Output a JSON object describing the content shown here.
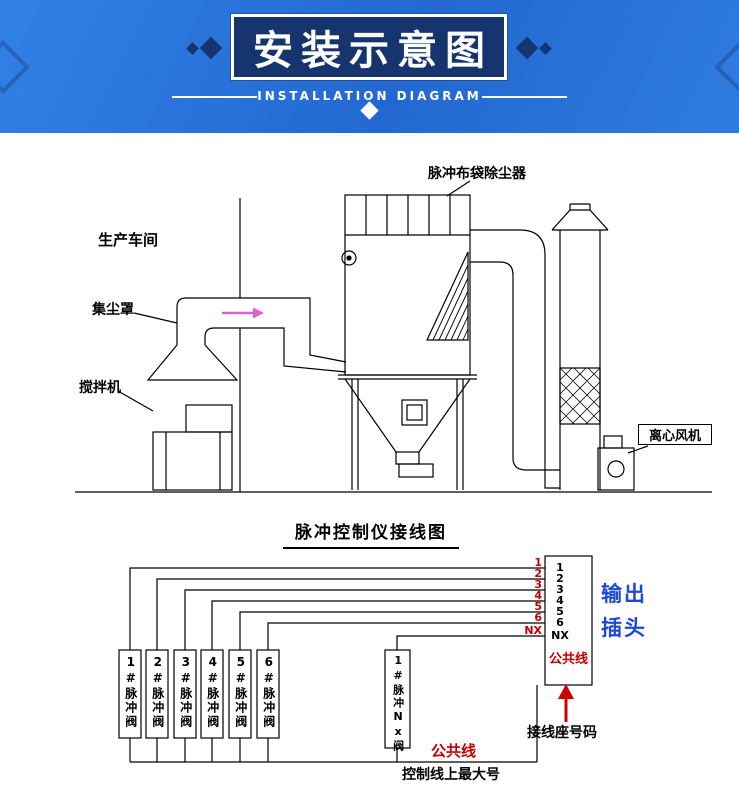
{
  "header": {
    "title": "安装示意图",
    "subtitle": "INSTALLATION DIAGRAM"
  },
  "installation": {
    "labels": {
      "workshop": "生产车间",
      "dust_hood": "集尘罩",
      "mixer": "搅拌机",
      "collector": "脉冲布袋除尘器",
      "fan": "离心风机"
    }
  },
  "wiring": {
    "title": "脉冲控制仪接线图",
    "channels": [
      "1",
      "2",
      "3",
      "4",
      "5",
      "6",
      "NX"
    ],
    "terminal_common": "公共线",
    "output_plug": [
      "输出",
      "插头"
    ],
    "valves": [
      "1#脉冲阀",
      "2#脉冲阀",
      "3#脉冲阀",
      "4#脉冲阀",
      "5#脉冲阀",
      "6#脉冲阀"
    ],
    "nx_valve": "1#脉冲Nx阀",
    "common_line_label": "公共线",
    "max_note": "控制线上最大号",
    "terminal_note": "接线座号码"
  },
  "colors": {
    "banner_blue": "#2a74da",
    "title_navy": "#16356e",
    "red": "#c40000",
    "blue_text": "#1b49d8",
    "arrow_pink": "#e060d0"
  }
}
